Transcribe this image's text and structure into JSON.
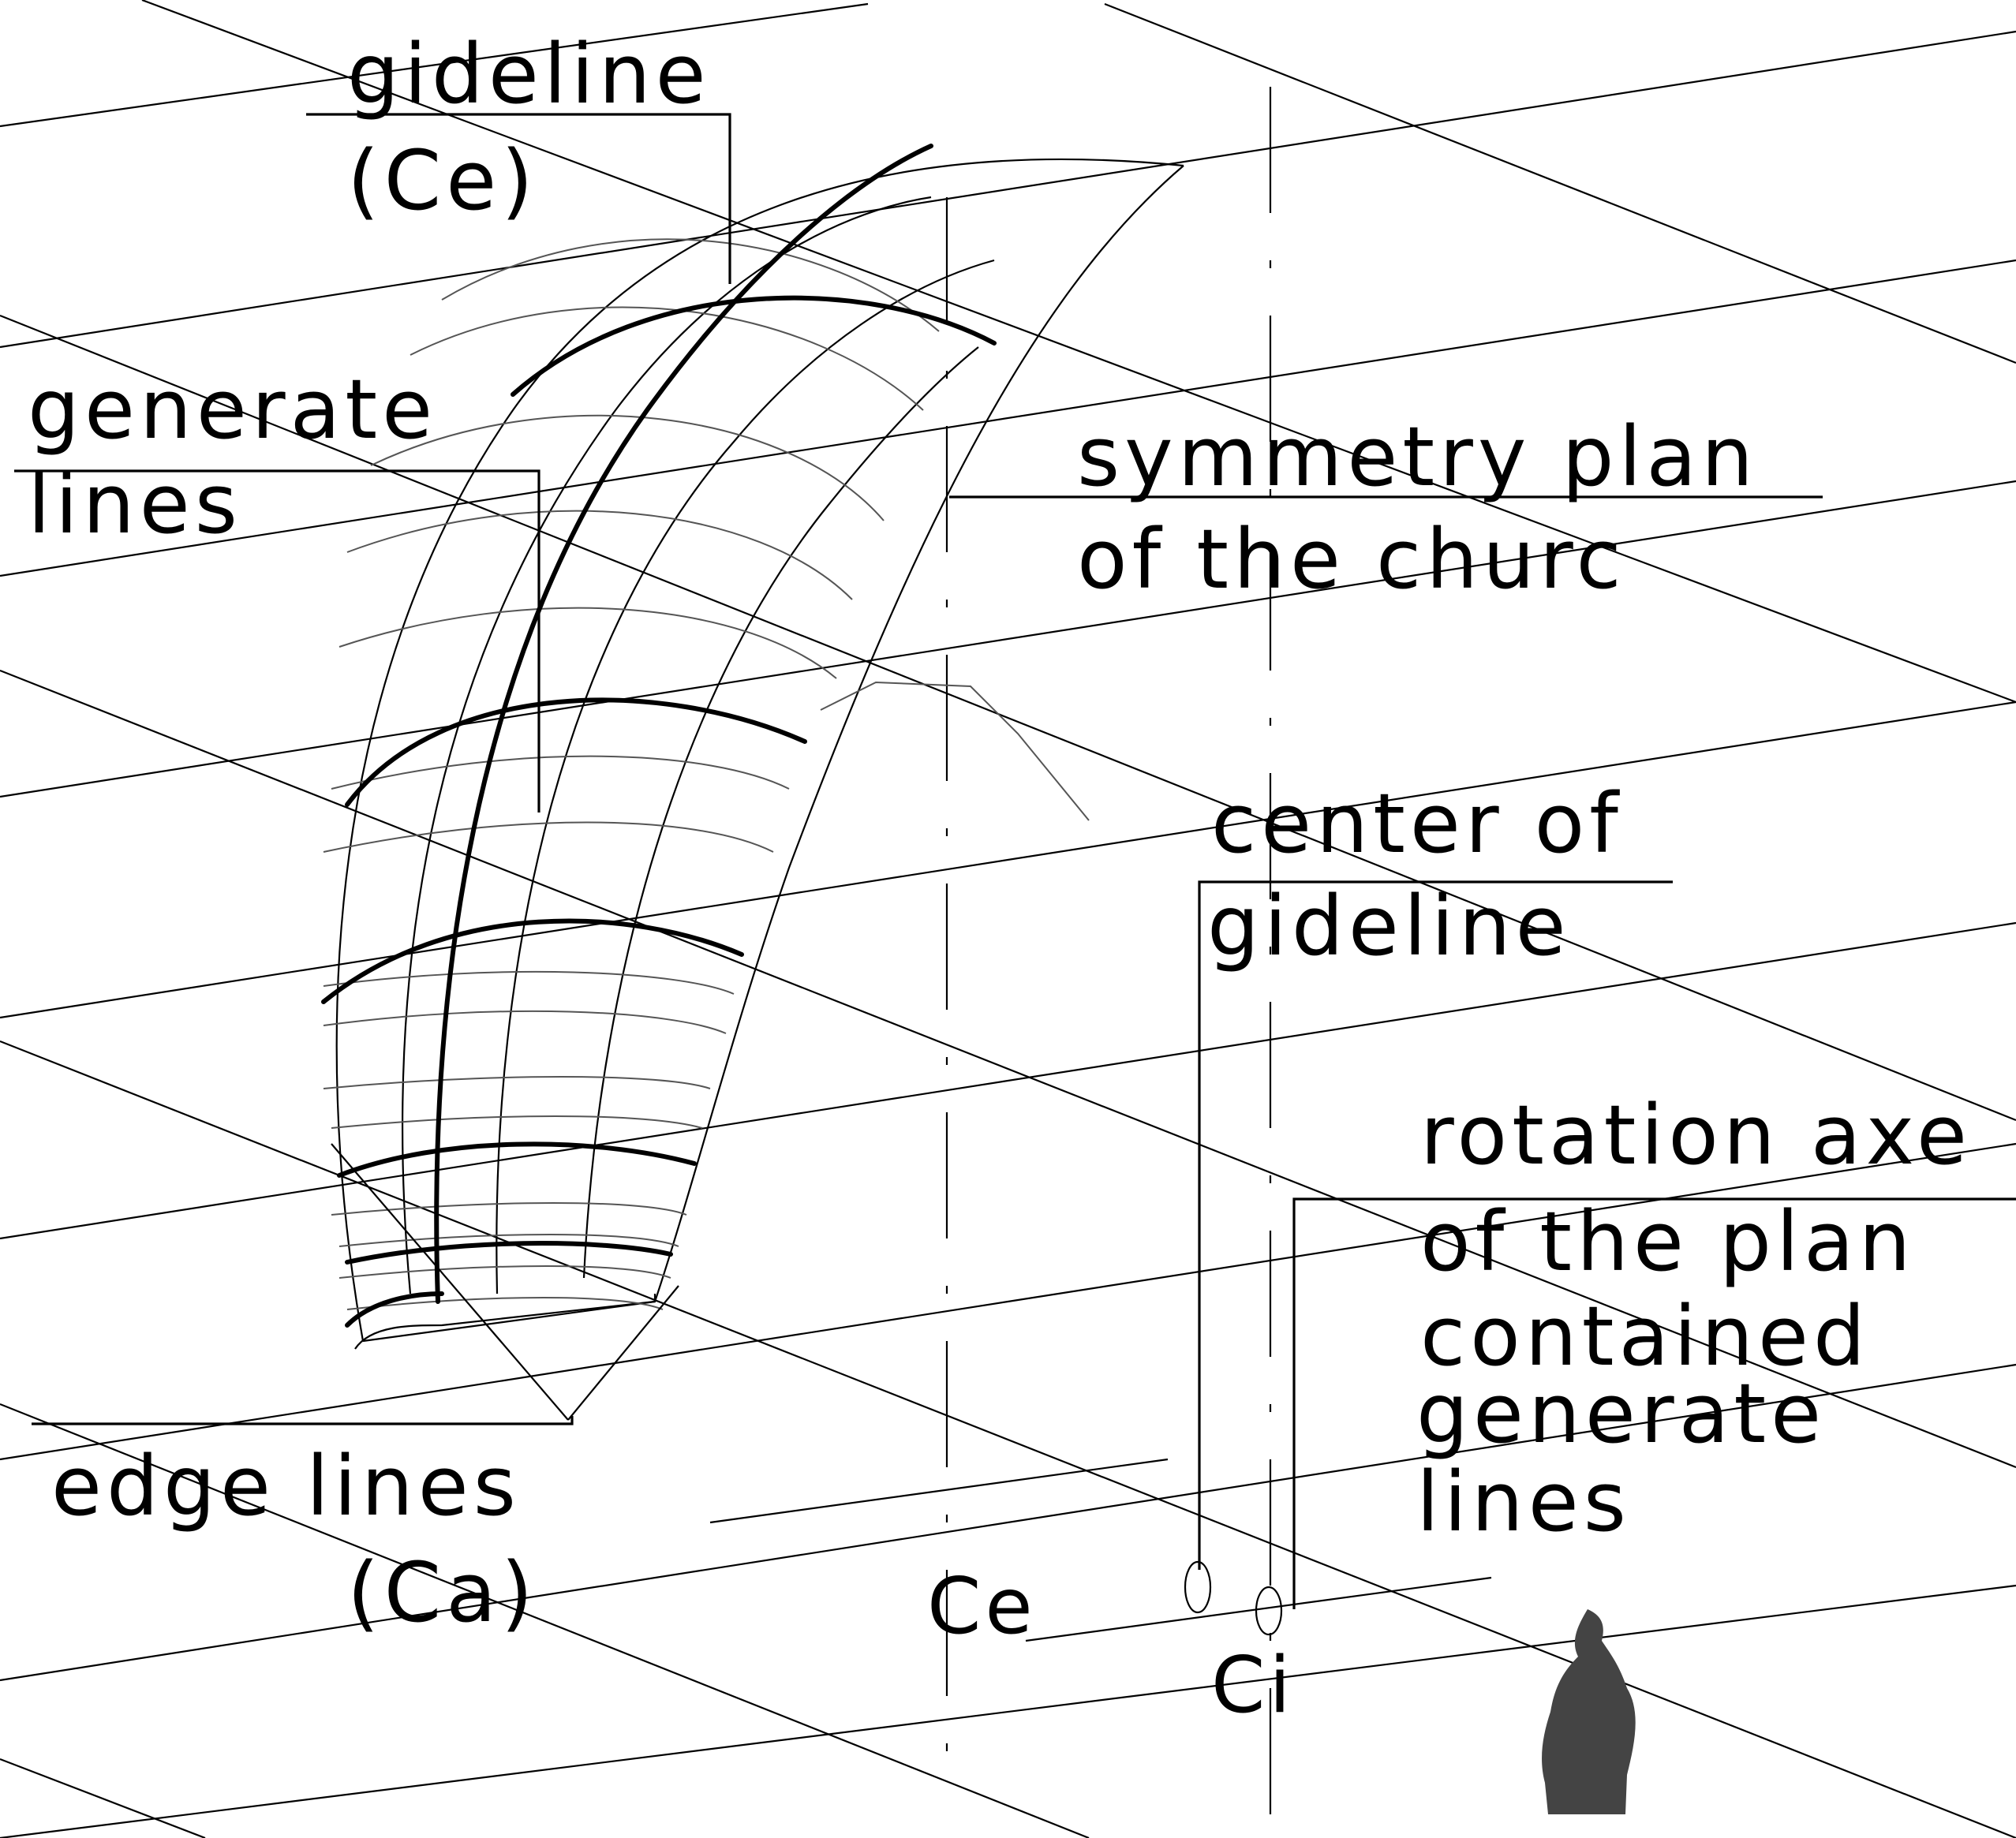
{
  "labels": {
    "gideline_line1": "gideline",
    "gideline_line2": "(Ce)",
    "generate_line1": "generate",
    "generate_line2": "lines",
    "symmetry_line1": "symmetry plan",
    "symmetry_line2": "of the churc",
    "center_line1": "center of",
    "center_line2": "gideline",
    "rotation_line1": "rotation axe",
    "rotation_line2": "of the plan",
    "rotation_line3": "contained",
    "rotation_line4": "generate",
    "rotation_line5": "lines",
    "edge_line1": "edge lines",
    "edge_line2": "(Ca)",
    "ce_point": "Ce",
    "ci_point": "Ci"
  },
  "colors": {
    "ink": "#000000",
    "construction": "#555555",
    "background": "#ffffff"
  }
}
